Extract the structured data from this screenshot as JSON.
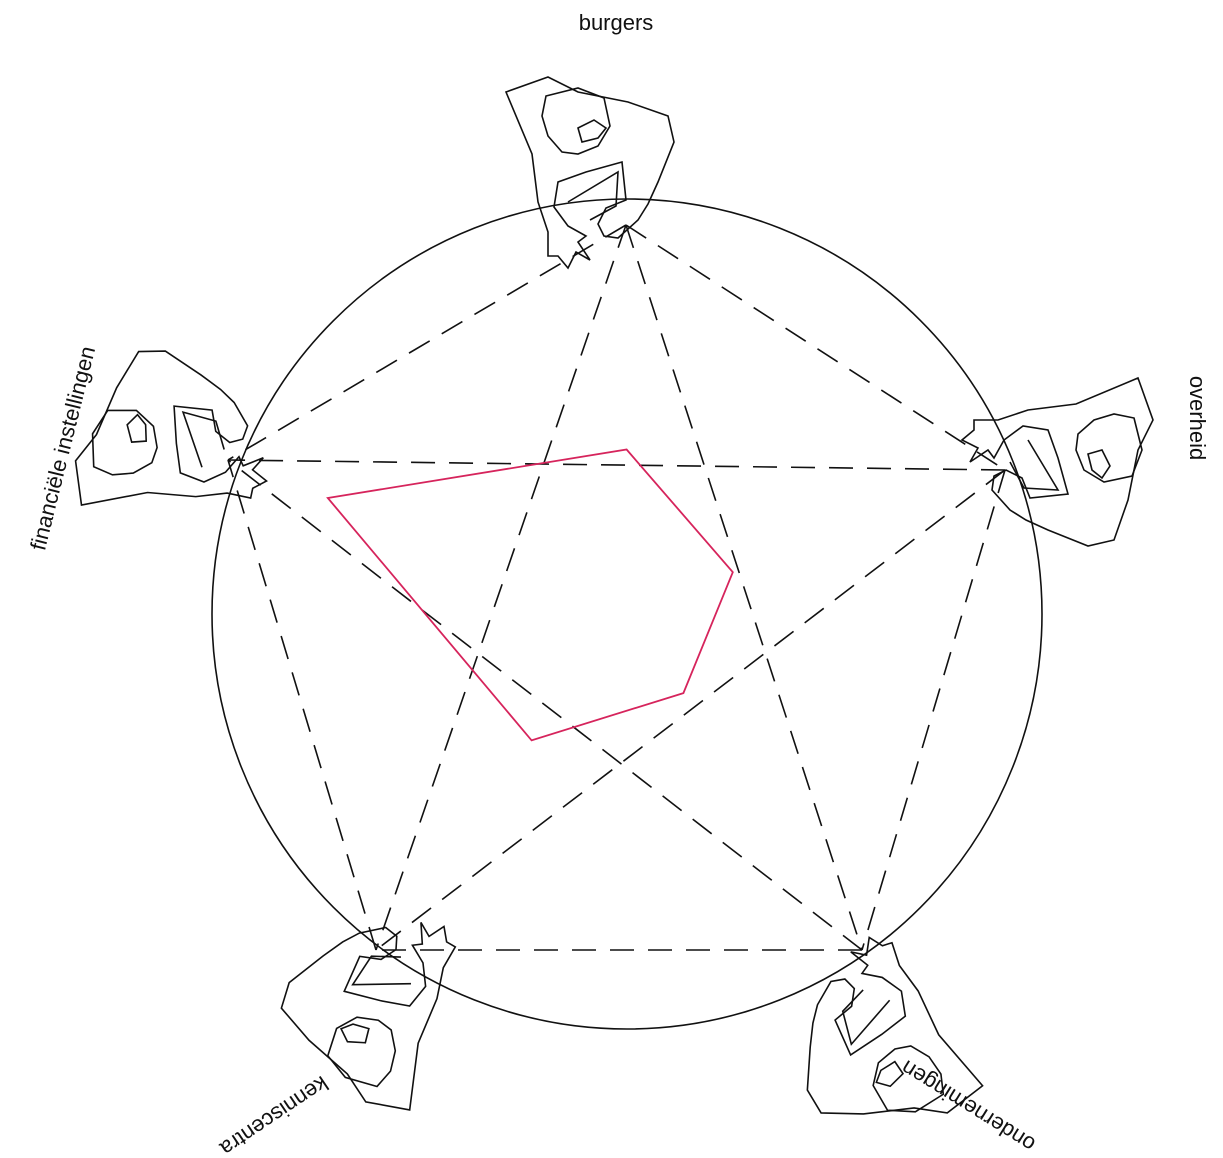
{
  "diagram": {
    "parties": [
      {
        "id": "burgers",
        "label": "burgers"
      },
      {
        "id": "overheid",
        "label": "overheid"
      },
      {
        "id": "ondernemingen",
        "label": "ondernemingen"
      },
      {
        "id": "kenniscentra",
        "label": "kenniscentra"
      },
      {
        "id": "financiele-instellingen",
        "label": "financiële instellingen"
      }
    ],
    "colors": {
      "stroke": "#111111",
      "profile": "#d6245c",
      "background": "#ffffff"
    },
    "profile_levels": {
      "burgers": 0.42,
      "overheid": 0.28,
      "ondernemingen": 0.24,
      "kenniscentra": 0.38,
      "financiele-instellingen": 0.75
    }
  }
}
